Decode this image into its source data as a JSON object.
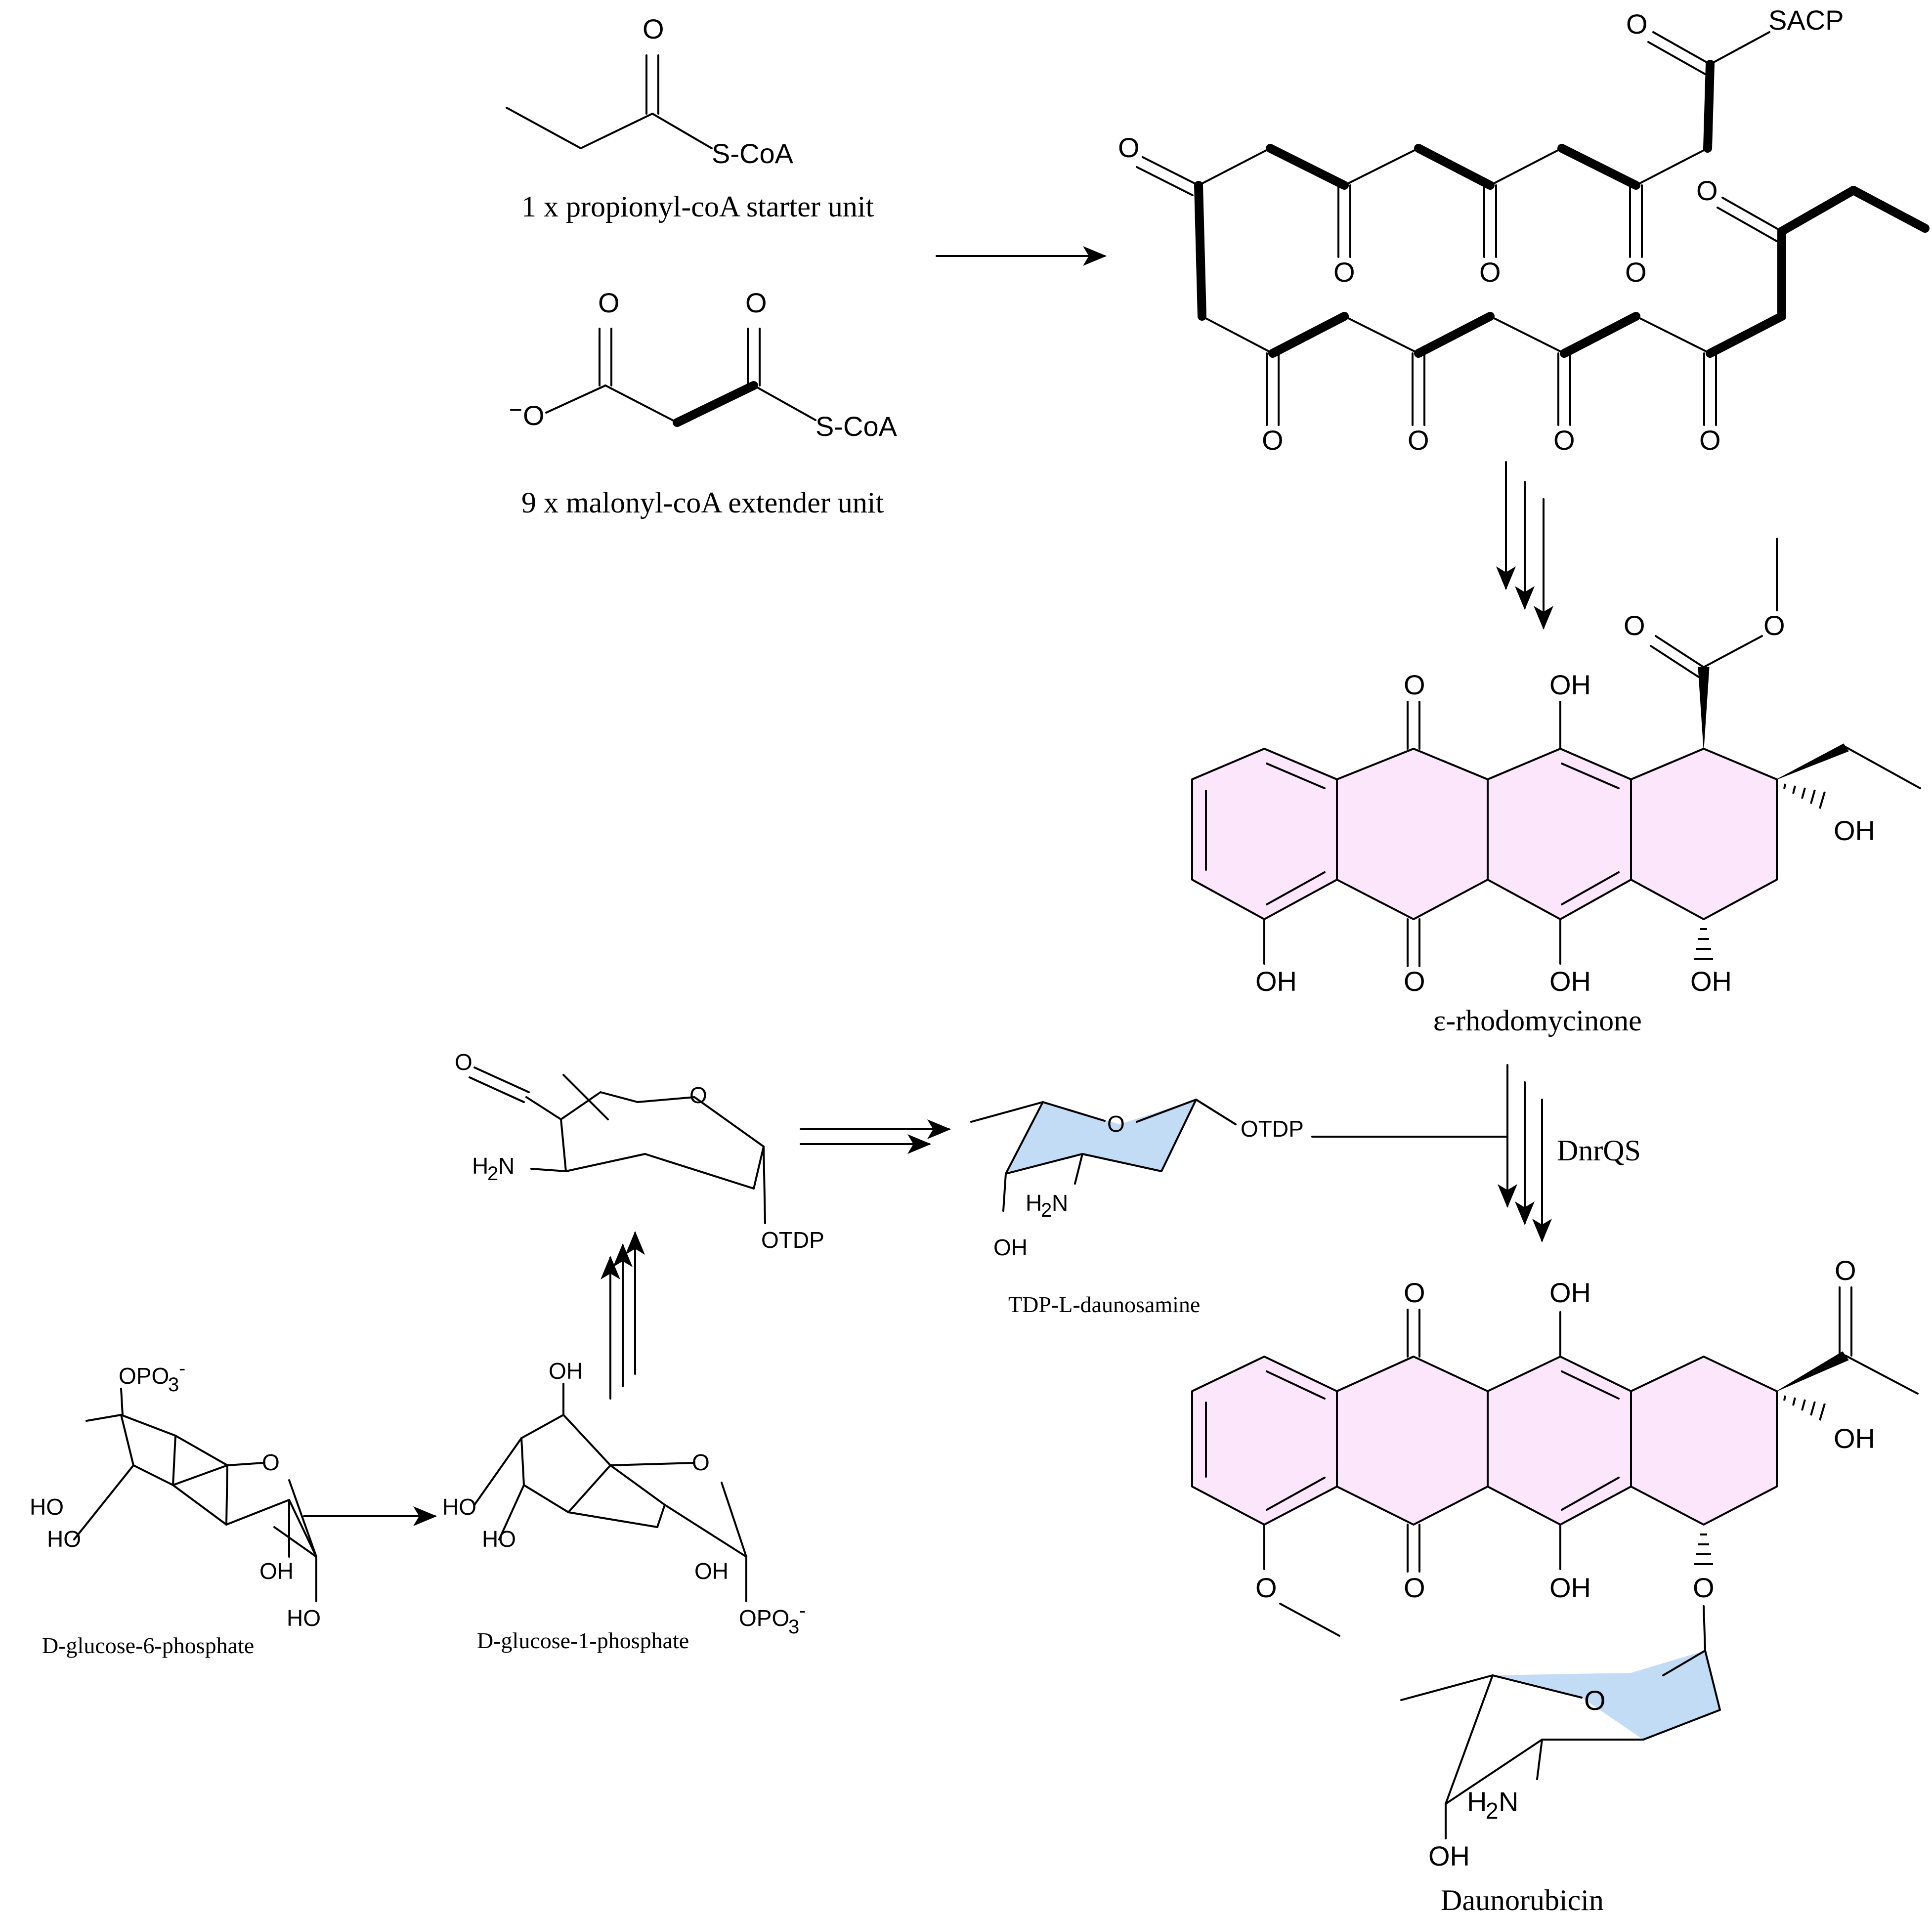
{
  "labels": {
    "propionyl_caption": "1 x propionyl-coA starter unit",
    "malonyl_caption": "9 x malonyl-coA extender unit",
    "rhodomycinone_caption": "ε-rhodomycinone",
    "daunorubicin_caption": "Daunorubicin",
    "daunosamine_caption": "TDP-L-daunosamine",
    "glucose6p_caption": "D-glucose-6-phosphate",
    "glucose1p_caption": "D-glucose-1-phosphate",
    "enzyme": "DnrQS"
  },
  "atoms": {
    "O": "O",
    "OH": "OH",
    "HO": "HO",
    "SCoA": "S-CoA",
    "SACP": "SACP",
    "OTDP": "OTDP",
    "H2N_H": "H",
    "H2N_2": "2",
    "H2N_N": "N",
    "OPO3_OP": "OPO",
    "OPO3_3": "3",
    "minus": "-",
    "neg_charge": "−"
  },
  "colors": {
    "aglycone_fill": "#fbe6fb",
    "sugar_fill": "#c2dcf6",
    "ink": "#000000"
  }
}
